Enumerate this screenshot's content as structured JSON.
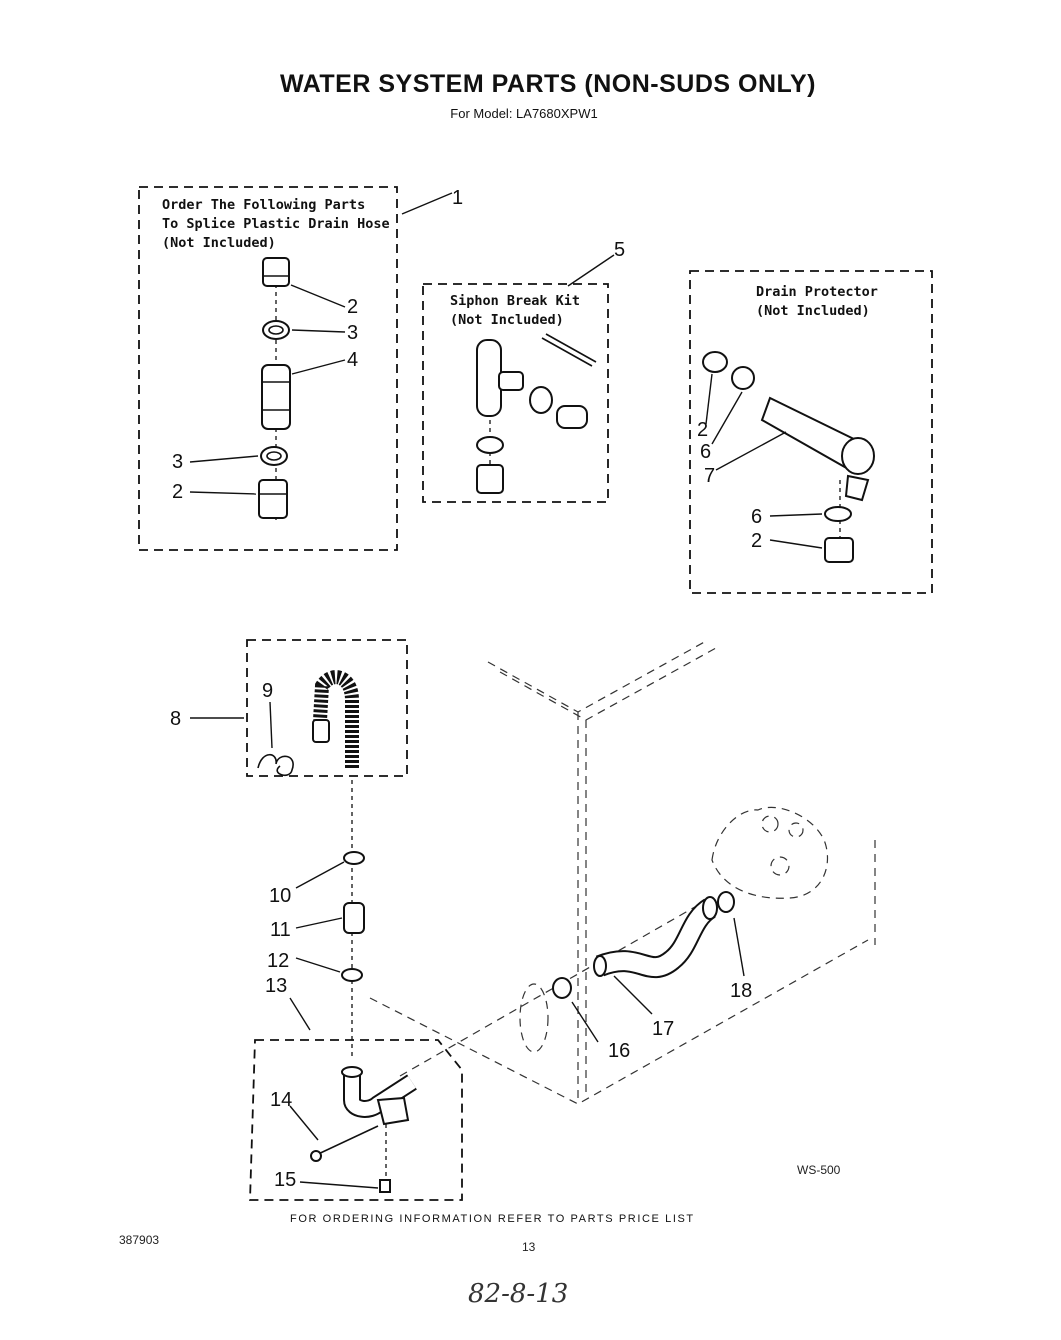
{
  "header": {
    "title": "WATER SYSTEM PARTS (NON-SUDS ONLY)",
    "model": "For Model: LA7680XPW1"
  },
  "boxes": {
    "splice": {
      "line1": "Order The Following Parts",
      "line2": "To Splice Plastic Drain Hose",
      "line3": "(Not Included)"
    },
    "siphon": {
      "line1": "Siphon Break Kit",
      "line2": "(Not Included)"
    },
    "protector": {
      "line1": "Drain Protector",
      "line2": "(Not Included)"
    }
  },
  "callouts": {
    "c1": "1",
    "c2a": "2",
    "c3a": "3",
    "c4": "4",
    "c3b": "3",
    "c2b": "2",
    "c5": "5",
    "c2c": "2",
    "c6a": "6",
    "c7": "7",
    "c6b": "6",
    "c2d": "2",
    "c8": "8",
    "c9": "9",
    "c10": "10",
    "c11": "11",
    "c12": "12",
    "c13": "13",
    "c14": "14",
    "c15": "15",
    "c16": "16",
    "c17": "17",
    "c18": "18"
  },
  "footer": {
    "ordering": "FOR ORDERING INFORMATION REFER TO PARTS PRICE LIST",
    "code": "WS-500",
    "doc": "387903",
    "page": "13",
    "handwritten": "82-8-13"
  }
}
